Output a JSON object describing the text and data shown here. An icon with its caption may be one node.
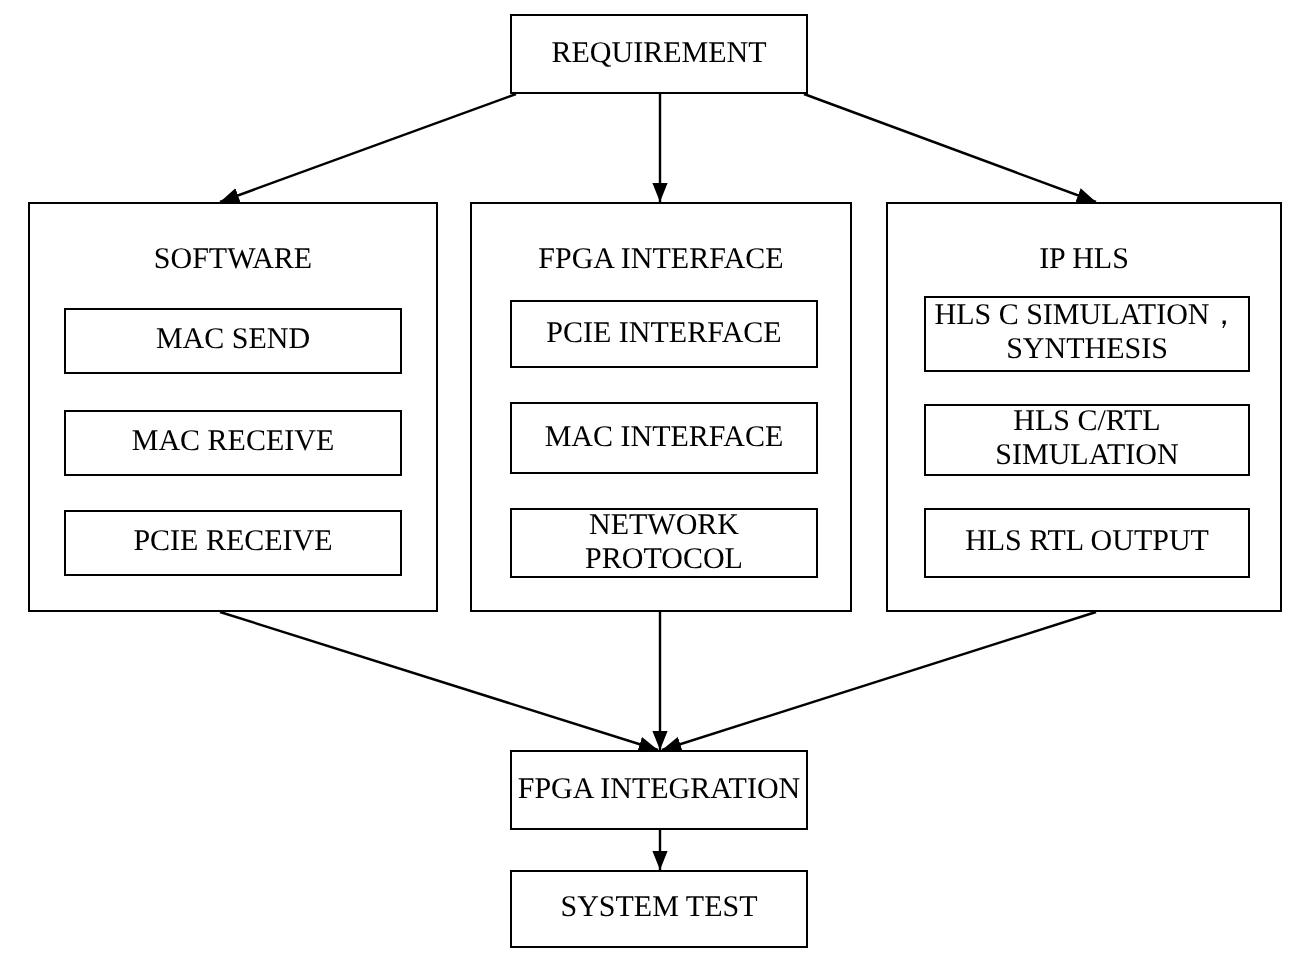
{
  "diagram": {
    "nodes": [
      {
        "text": [
          "REQUIREMENT"
        ]
      },
      {
        "text": [
          "SOFTWARE"
        ]
      },
      {
        "text": [
          "MAC SEND"
        ],
        "in": 1
      },
      {
        "text": [
          "MAC RECEIVE"
        ],
        "in": 1
      },
      {
        "text": [
          "PCIE RECEIVE"
        ],
        "in": 1
      },
      {
        "text": [
          "FPGA INTERFACE"
        ]
      },
      {
        "text": [
          "PCIE INTERFACE"
        ],
        "in": 5
      },
      {
        "text": [
          "MAC INTERFACE"
        ],
        "in": 5
      },
      {
        "text": [
          "NETWORK PROTOCOL"
        ],
        "in": 5
      },
      {
        "text": [
          "IP HLS"
        ]
      },
      {
        "text": [
          "HLS C SIMULATION，SYNTHESIS"
        ],
        "in": 9
      },
      {
        "text": [
          "HLS C/RTL SIMULATION"
        ],
        "in": 9
      },
      {
        "text": [
          "HLS RTL OUTPUT"
        ],
        "in": 9
      },
      {
        "text": [
          "FPGA INTEGRATION"
        ]
      },
      {
        "text": [
          "SYSTEM TEST"
        ]
      }
    ],
    "edges": [
      {
        "from": 0,
        "to": 1,
        "arrow": "to"
      },
      {
        "from": 0,
        "to": 5,
        "arrow": "to"
      },
      {
        "from": 0,
        "to": 9,
        "arrow": "to"
      },
      {
        "from": 1,
        "to": 13,
        "arrow": "to"
      },
      {
        "from": 5,
        "to": 13,
        "arrow": "to"
      },
      {
        "from": 9,
        "to": 13,
        "arrow": "to"
      },
      {
        "from": 13,
        "to": 14,
        "arrow": "to"
      }
    ]
  }
}
